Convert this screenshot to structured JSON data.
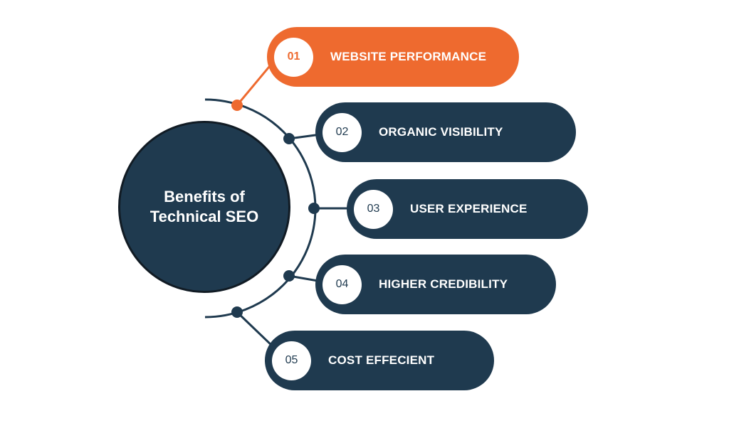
{
  "center": {
    "title": "Benefits of Technical SEO"
  },
  "colors": {
    "navy": "#1f3a4f",
    "accent": "#ee6a2f",
    "white": "#ffffff"
  },
  "items": [
    {
      "number": "01",
      "label": "WEBSITE PERFORMANCE",
      "highlighted": true
    },
    {
      "number": "02",
      "label": "ORGANIC VISIBILITY",
      "highlighted": false
    },
    {
      "number": "03",
      "label": "USER EXPERIENCE",
      "highlighted": false
    },
    {
      "number": "04",
      "label": "HIGHER CREDIBILITY",
      "highlighted": false
    },
    {
      "number": "05",
      "label": "COST EFFECIENT",
      "highlighted": false
    }
  ]
}
